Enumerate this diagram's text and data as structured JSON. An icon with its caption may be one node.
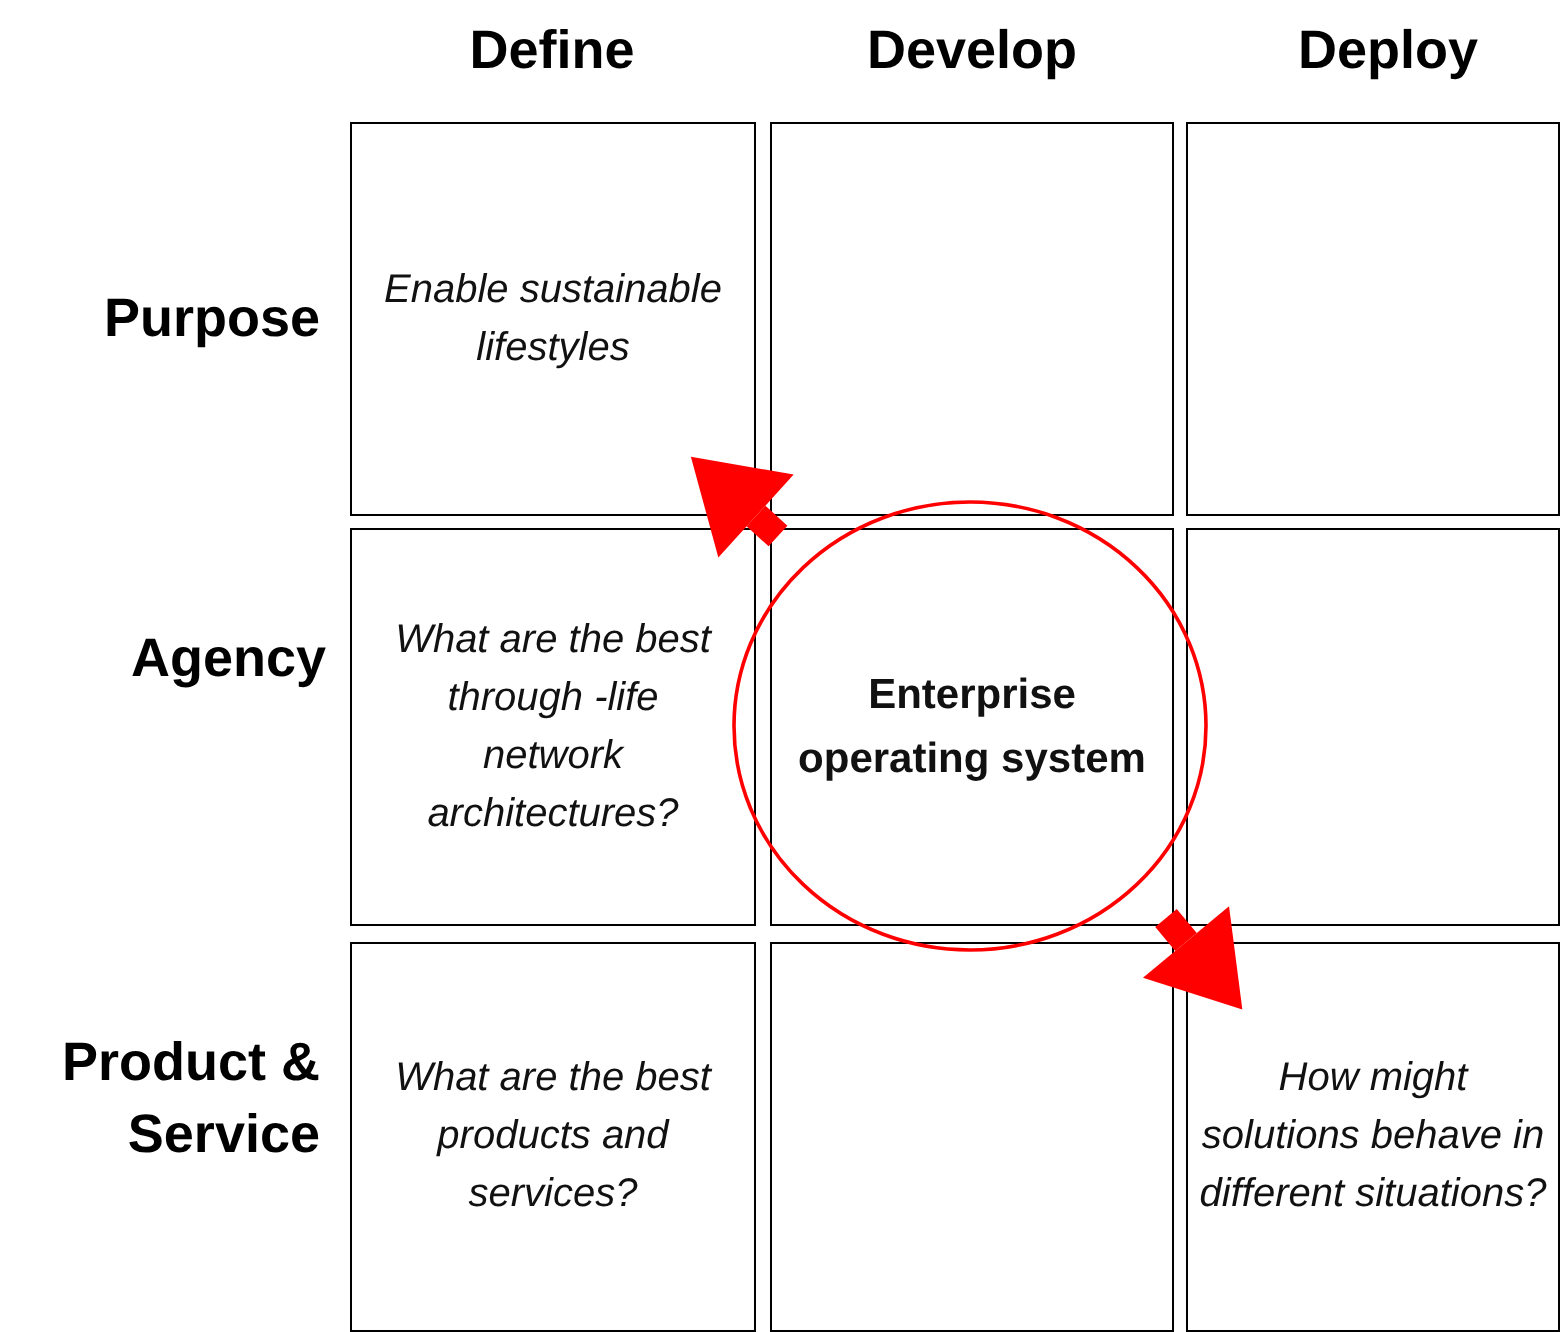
{
  "diagram": {
    "nodes": [
      {
        "text": [
          "Enable sustainable lifestyles"
        ]
      },
      {
        "text": [],
        "shape": "box"
      },
      {
        "text": [],
        "shape": "box"
      },
      {
        "text": [
          "What are the best through -life network architectures?"
        ]
      },
      {
        "text": [
          "Enterprise operating system"
        ]
      },
      {
        "text": [],
        "shape": "box"
      },
      {
        "text": [
          "What are the best products and services?"
        ]
      },
      {
        "text": [],
        "shape": "box"
      },
      {
        "text": [
          "How might solutions behave in different situations?"
        ]
      }
    ],
    "edges": [
      {
        "from": 4,
        "to": 0,
        "arrow": "to"
      },
      {
        "from": 4,
        "to": 8,
        "arrow": "to"
      }
    ],
    "labels": [
      "Define",
      "Develop",
      "Deploy",
      "Purpose",
      "Agency",
      "Product & Service"
    ]
  }
}
